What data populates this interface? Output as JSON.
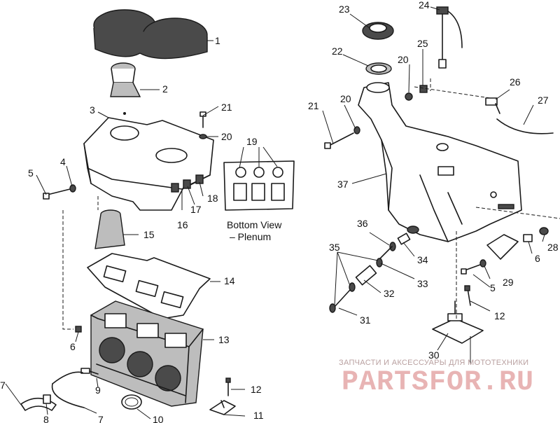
{
  "callouts": {
    "c1": "1",
    "c2": "2",
    "c3": "3",
    "c4": "4",
    "c5": "5",
    "c6a": "6",
    "c6b": "6",
    "c7a": "7",
    "c7b": "7",
    "c8": "8",
    "c9": "9",
    "c10": "10",
    "c11": "11",
    "c12a": "12",
    "c12b": "12",
    "c13": "13",
    "c14": "14",
    "c15": "15",
    "c16": "16",
    "c17": "17",
    "c18": "18",
    "c19": "19",
    "c20a": "20",
    "c20b": "20",
    "c20c": "20",
    "c21a": "21",
    "c21b": "21",
    "c22": "22",
    "c23": "23",
    "c24": "24",
    "c25": "25",
    "c26": "26",
    "c27": "27",
    "c28": "28",
    "c29": "29",
    "c30": "30",
    "c31": "31",
    "c32": "32",
    "c33": "33",
    "c34": "34",
    "c35": "35",
    "c36": "36",
    "c37": "37",
    "c5b": "5"
  },
  "bottom_view": {
    "line1": "Bottom View",
    "line2": "– Plenum"
  },
  "watermark": {
    "tagline": "ЗАПЧАСТИ И АКСЕССУАРЫ ДЛЯ МОТОТЕХНИКИ",
    "brand": "PARTSFOR.RU"
  },
  "colors": {
    "ink": "#1a1a1a",
    "watermark_red": "#e8b4b4"
  }
}
